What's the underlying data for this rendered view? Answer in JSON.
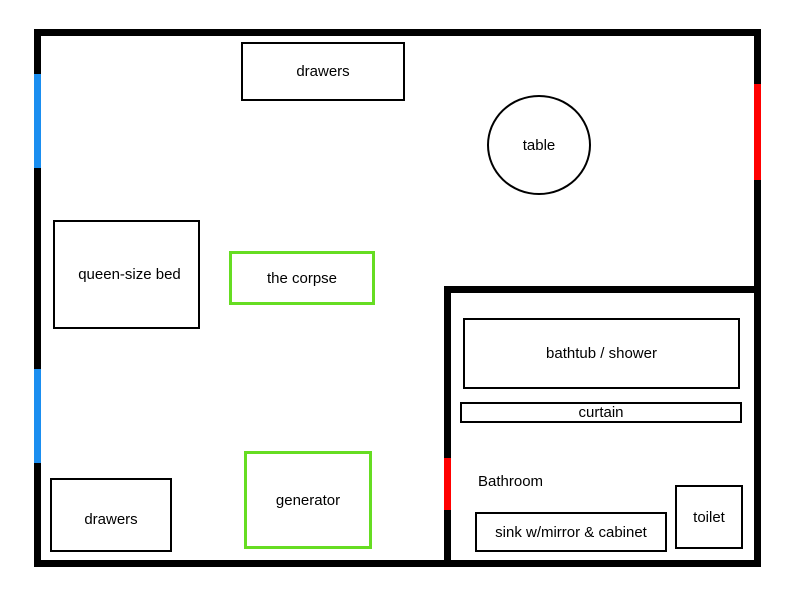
{
  "colors": {
    "wall": "#000000",
    "window": "#1a8ef0",
    "door": "#ff0000",
    "highlight": "#66dd22"
  },
  "furniture": {
    "drawers_top": "drawers",
    "table": "table",
    "bed": "queen-size bed",
    "corpse": "the corpse",
    "bathtub": "bathtub / shower",
    "curtain": "curtain",
    "drawers_bottom": "drawers",
    "generator": "generator",
    "sink": "sink w/mirror & cabinet",
    "toilet": "toilet"
  },
  "rooms": {
    "bathroom": "Bathroom"
  }
}
